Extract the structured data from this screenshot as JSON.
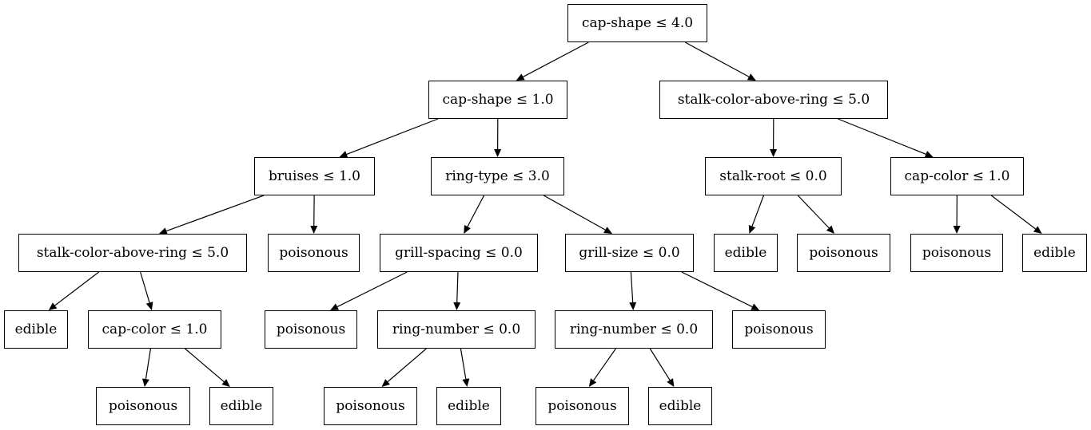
{
  "nodes": [
    {
      "id": "n0",
      "label": "cap-shape ≤ 4.0"
    },
    {
      "id": "n1",
      "label": "cap-shape ≤ 1.0"
    },
    {
      "id": "n2",
      "label": "stalk-color-above-ring ≤ 5.0"
    },
    {
      "id": "n3",
      "label": "bruises ≤ 1.0"
    },
    {
      "id": "n4",
      "label": "ring-type ≤ 3.0"
    },
    {
      "id": "n5",
      "label": "stalk-root ≤ 0.0"
    },
    {
      "id": "n6",
      "label": "cap-color ≤ 1.0"
    },
    {
      "id": "n7",
      "label": "stalk-color-above-ring ≤ 5.0"
    },
    {
      "id": "n8",
      "label": "poisonous"
    },
    {
      "id": "n9",
      "label": "grill-spacing ≤ 0.0"
    },
    {
      "id": "n10",
      "label": "grill-size ≤ 0.0"
    },
    {
      "id": "n11",
      "label": "edible"
    },
    {
      "id": "n12",
      "label": "poisonous"
    },
    {
      "id": "n13",
      "label": "poisonous"
    },
    {
      "id": "n14",
      "label": "edible"
    },
    {
      "id": "n15",
      "label": "edible"
    },
    {
      "id": "n16",
      "label": "cap-color ≤ 1.0"
    },
    {
      "id": "n17",
      "label": "poisonous"
    },
    {
      "id": "n18",
      "label": "ring-number ≤ 0.0"
    },
    {
      "id": "n19",
      "label": "ring-number ≤ 0.0"
    },
    {
      "id": "n20",
      "label": "poisonous"
    },
    {
      "id": "n21",
      "label": "poisonous"
    },
    {
      "id": "n22",
      "label": "edible"
    },
    {
      "id": "n23",
      "label": "poisonous"
    },
    {
      "id": "n24",
      "label": "edible"
    },
    {
      "id": "n25",
      "label": "poisonous"
    },
    {
      "id": "n26",
      "label": "edible"
    }
  ],
  "edges": [
    [
      "n0",
      "n1"
    ],
    [
      "n0",
      "n2"
    ],
    [
      "n1",
      "n3"
    ],
    [
      "n1",
      "n4"
    ],
    [
      "n2",
      "n5"
    ],
    [
      "n2",
      "n6"
    ],
    [
      "n3",
      "n7"
    ],
    [
      "n3",
      "n8"
    ],
    [
      "n4",
      "n9"
    ],
    [
      "n4",
      "n10"
    ],
    [
      "n5",
      "n11"
    ],
    [
      "n5",
      "n12"
    ],
    [
      "n6",
      "n13"
    ],
    [
      "n6",
      "n14"
    ],
    [
      "n7",
      "n15"
    ],
    [
      "n7",
      "n16"
    ],
    [
      "n9",
      "n17"
    ],
    [
      "n9",
      "n18"
    ],
    [
      "n10",
      "n19"
    ],
    [
      "n10",
      "n20"
    ],
    [
      "n16",
      "n21"
    ],
    [
      "n16",
      "n22"
    ],
    [
      "n18",
      "n23"
    ],
    [
      "n18",
      "n24"
    ],
    [
      "n19",
      "n25"
    ],
    [
      "n19",
      "n26"
    ]
  ]
}
